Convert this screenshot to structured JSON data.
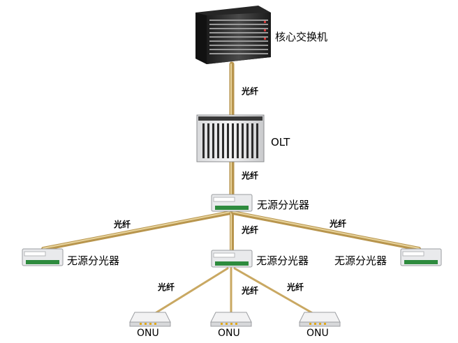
{
  "nodes": {
    "core_switch": "核心交换机",
    "olt": "OLT",
    "splitter_root": "无源分光器",
    "splitter_left": "无源分光器",
    "splitter_mid": "无源分光器",
    "splitter_right": "无源分光器",
    "onu_left": "ONU",
    "onu_mid": "ONU",
    "onu_right": "ONU"
  },
  "links": {
    "fiber_1": "光纤",
    "fiber_2": "光纤",
    "fiber_3": "光纤",
    "fiber_4": "光纤",
    "fiber_5": "光纤",
    "fiber_6": "光纤",
    "fiber_7": "光纤",
    "fiber_8": "光纤"
  },
  "colors": {
    "fiber": "#c9a862",
    "fiber_highlight": "#e7d39c",
    "device_body": "#e9eaec",
    "port_green": "#2e8b3e"
  }
}
